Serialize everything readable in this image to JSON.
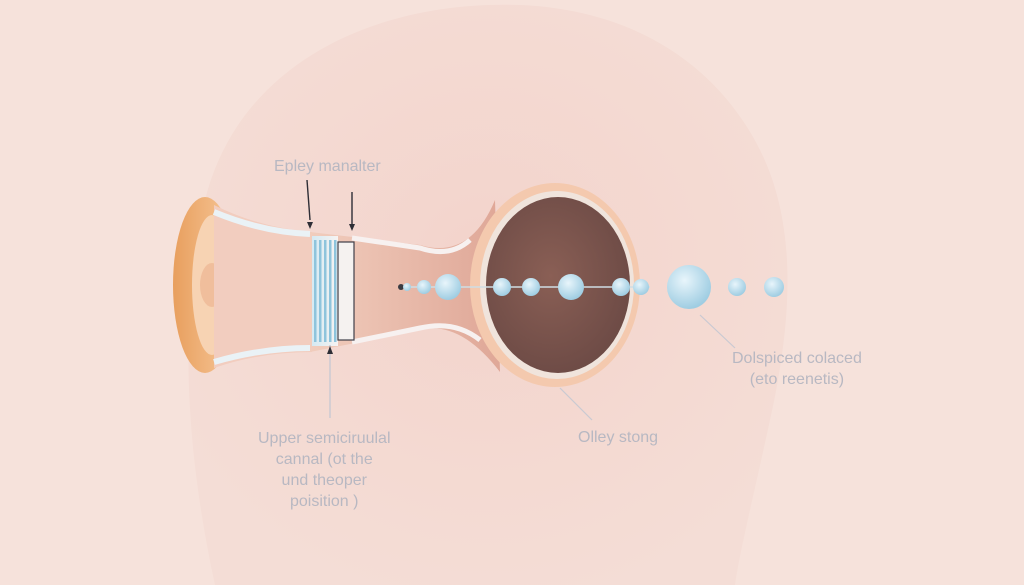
{
  "labels": {
    "top": "Epley manalter",
    "upper": [
      "Upper semiciruulal",
      "cannal (ot the",
      "und theoper",
      "poisition )"
    ],
    "bottom_middle": "Olley stong",
    "right": [
      "Dolspiced colaced",
      "(eto reenetis)"
    ]
  },
  "colors": {
    "background": "#f6e2db",
    "head_silhouette": "#f0cfc8",
    "ear_outer": "#e8a66b",
    "canal_inner": "#dba496",
    "ring_outer": "#f3c8b0",
    "ring_inner": "#7d554d",
    "crystal": "#bfe0ef",
    "stripe_blue": "#8ec4dc",
    "label_text": "#b8b8c2"
  },
  "diagram": {
    "crystal_count": 10,
    "stripe_count": 5
  }
}
